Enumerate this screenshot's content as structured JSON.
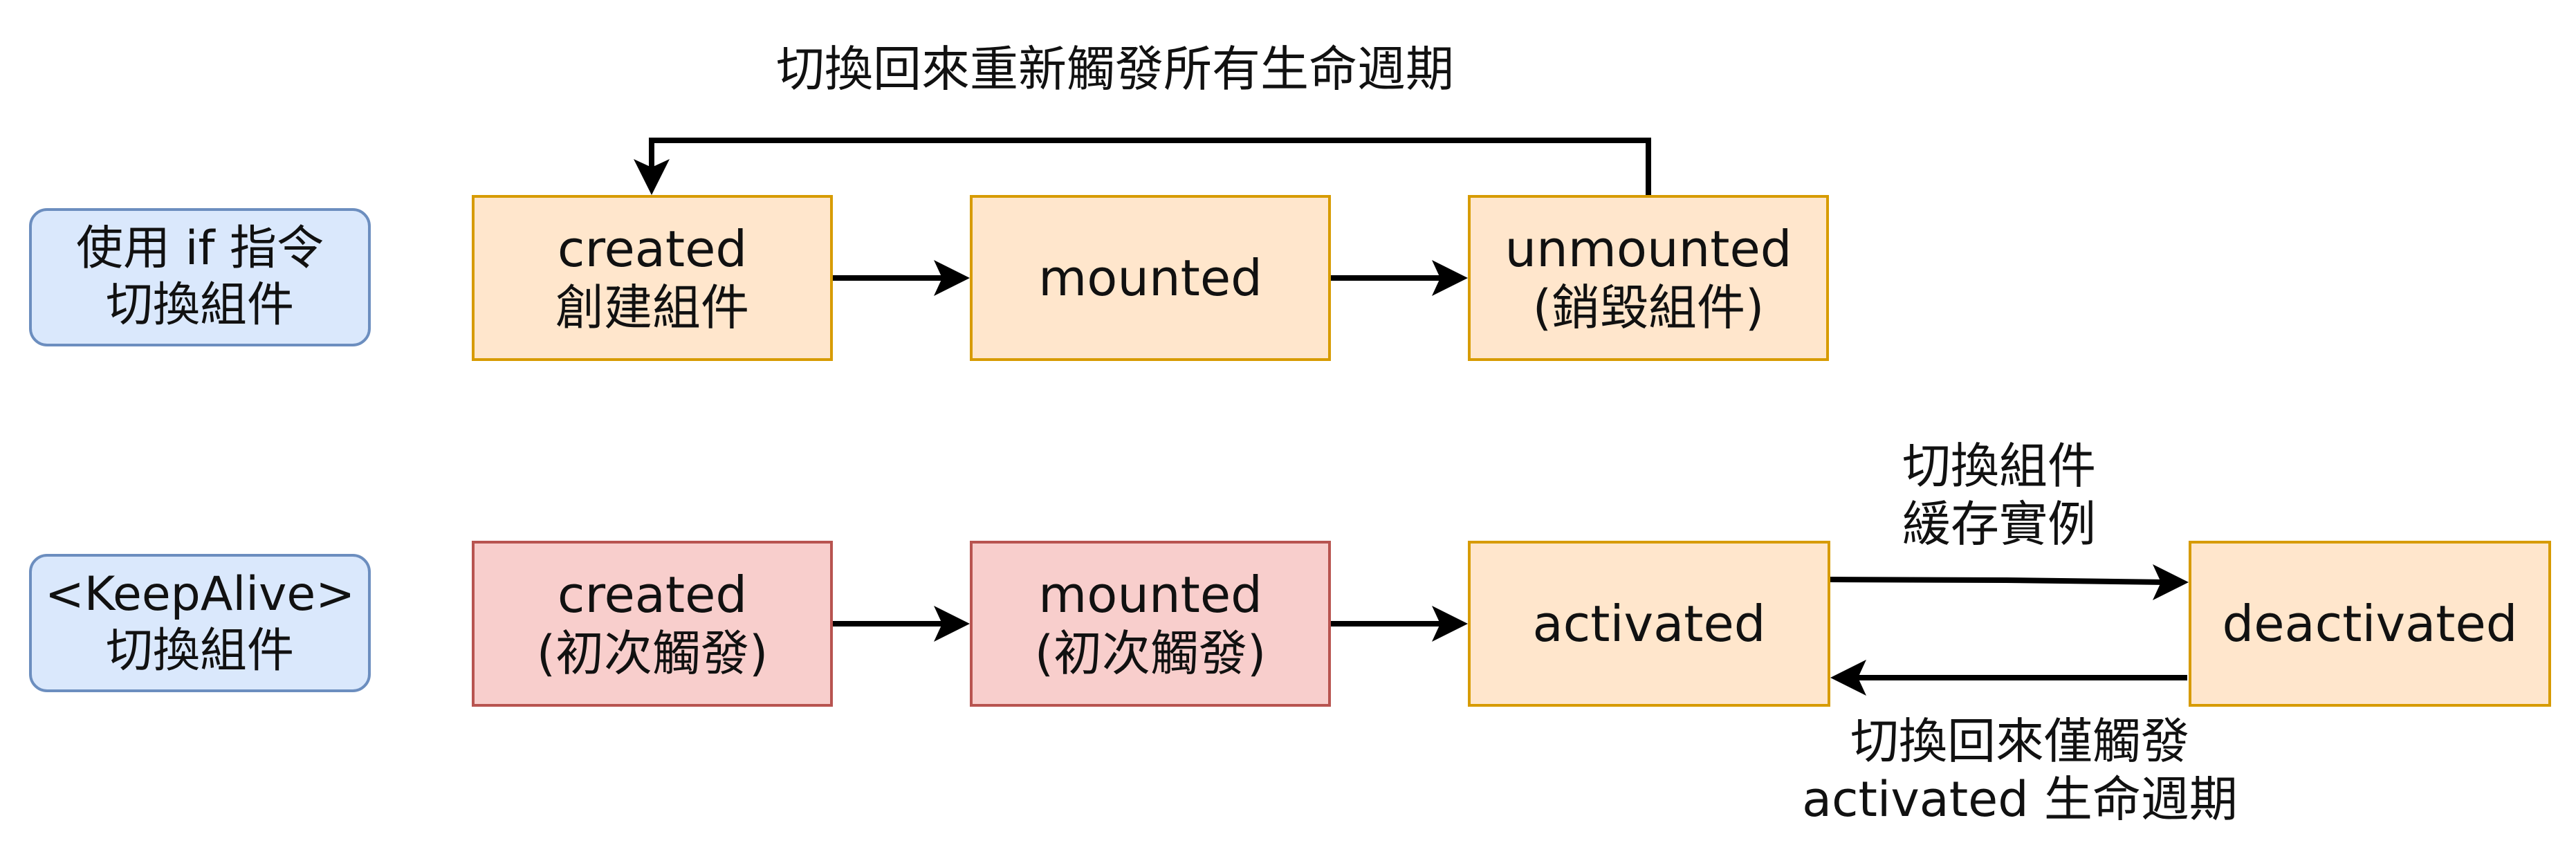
{
  "colors": {
    "label_fill": "#dae8fc",
    "label_stroke": "#6c8ebf",
    "orange_fill": "#ffe6cc",
    "orange_stroke": "#d79b00",
    "red_fill": "#f8cecc",
    "red_stroke": "#b85450",
    "arrow": "#000000"
  },
  "row1": {
    "label": {
      "line1": "使用 if 指令",
      "line2": "切換組件"
    },
    "created": {
      "line1": "created",
      "line2": "創建組件"
    },
    "mounted": {
      "line1": "mounted"
    },
    "unmounted": {
      "line1": "unmounted",
      "line2": "(銷毀組件)"
    },
    "loop_caption": "切換回來重新觸發所有生命週期"
  },
  "row2": {
    "label": {
      "line1": "<KeepAlive>",
      "line2": "切換組件"
    },
    "created": {
      "line1": "created",
      "line2": "(初次觸發)"
    },
    "mounted": {
      "line1": "mounted",
      "line2": "(初次觸發)"
    },
    "activated": {
      "line1": "activated"
    },
    "deactivated": {
      "line1": "deactivated"
    },
    "forward_caption": {
      "line1": "切換組件",
      "line2": "緩存實例"
    },
    "back_caption": {
      "line1": "切換回來僅觸發",
      "line2": "activated 生命週期"
    }
  }
}
